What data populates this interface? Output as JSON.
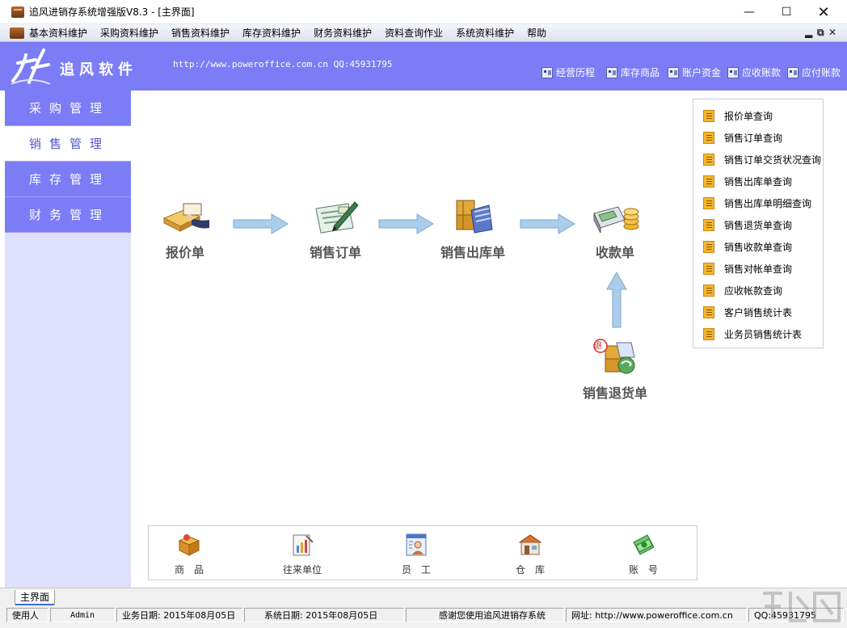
{
  "window": {
    "title": "追风进销存系统增强版V8.3 - [主界面]"
  },
  "menu": {
    "items": [
      "基本资料维护",
      "采购资料维护",
      "销售资料维护",
      "库存资料维护",
      "财务资料维护",
      "资料查询作业",
      "系统资料维护",
      "帮助"
    ]
  },
  "header": {
    "brand": "追风软件",
    "site": "http://www.poweroffice.com.cn  QQ:45931795",
    "quick_links": [
      "经营历程",
      "库存商品",
      "账户资金",
      "应收账款",
      "应付账款"
    ]
  },
  "nav": {
    "items": [
      "采购管理",
      "销售管理",
      "库存管理",
      "财务管理"
    ],
    "active": "销售管理"
  },
  "flow": {
    "quote": "报价单",
    "order": "销售订单",
    "outbound": "销售出库单",
    "receipt": "收款单",
    "return": "销售退货单",
    "return_badge": "退"
  },
  "queries": {
    "items": [
      "报价单查询",
      "销售订单查询",
      "销售订单交货状况查询",
      "销售出库单查询",
      "销售出库单明细查询",
      "销售退货单查询",
      "销售收款单查询",
      "销售对帐单查询",
      "应收帐款查询",
      "客户销售统计表",
      "业务员销售统计表"
    ]
  },
  "base": {
    "items": [
      "商　品",
      "往来单位",
      "员　工",
      "仓　库",
      "账　号"
    ]
  },
  "tabs": {
    "main": "主界面"
  },
  "status": {
    "user_label": "使用人",
    "user": "Admin",
    "biz_date": "业务日期: 2015年08月05日",
    "sys_date": "系统日期: 2015年08月05日",
    "thanks": "感谢您使用追风进销存系统",
    "url": "网址: http://www.poweroffice.com.cn",
    "qq": "QQ:45931795"
  },
  "colors": {
    "accent": "#7b7cf6",
    "nav_bg": "#dfe0fc",
    "arrow": "#8fb9dc"
  }
}
